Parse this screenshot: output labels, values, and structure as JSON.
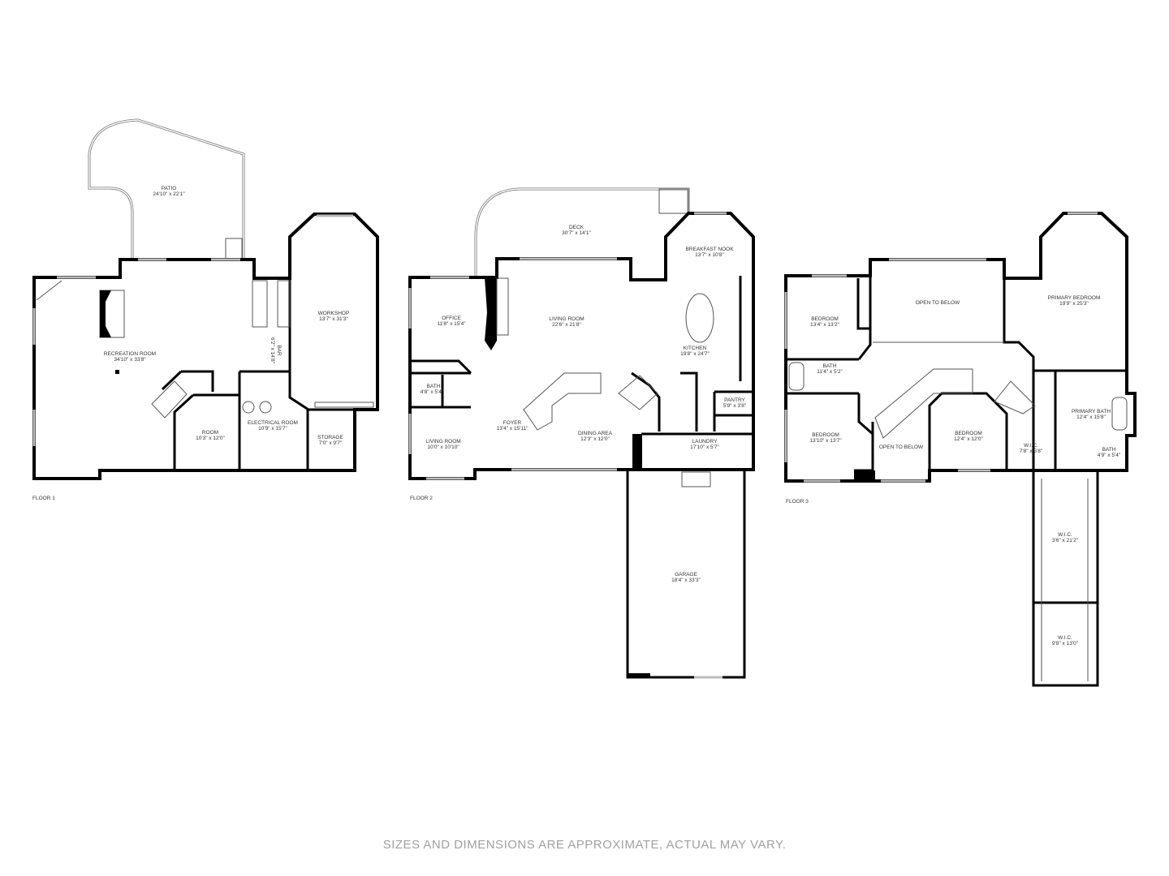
{
  "floors": [
    {
      "label": "FLOOR 1",
      "rooms": [
        {
          "name": "PATIO",
          "size": "24'10\" x 22'1\""
        },
        {
          "name": "WORKSHOP",
          "size": "13'7\" x 31'3\""
        },
        {
          "name": "RECREATION ROOM",
          "size": "34'10\" x 33'8\""
        },
        {
          "name": "BAR",
          "size": "6'2\" x 14'8\""
        },
        {
          "name": "ROOM",
          "size": "10'3\" x 12'0\""
        },
        {
          "name": "ELECTRICAL ROOM",
          "size": "10'9\" x 15'7\""
        },
        {
          "name": "STORAGE",
          "size": "7'0\" x 9'7\""
        }
      ]
    },
    {
      "label": "FLOOR 2",
      "rooms": [
        {
          "name": "DECK",
          "size": "30'7\" x 14'1\""
        },
        {
          "name": "BREAKFAST NOOK",
          "size": "13'7\" x 10'8\""
        },
        {
          "name": "OFFICE",
          "size": "11'8\" x 15'4\""
        },
        {
          "name": "LIVING ROOM",
          "size": "22'6\" x 21'8\""
        },
        {
          "name": "KITCHEN",
          "size": "19'8\" x 24'7\""
        },
        {
          "name": "BATH",
          "size": "4'8\" x 5'4\""
        },
        {
          "name": "PANTRY",
          "size": "5'9\" x 3'8\""
        },
        {
          "name": "FOYER",
          "size": "13'4\" x 15'11\""
        },
        {
          "name": "DINING AREA",
          "size": "12'3\" x 12'0\""
        },
        {
          "name": "LIVING ROOM",
          "size": "10'0\" x 10'10\""
        },
        {
          "name": "LAUNDRY",
          "size": "17'10\" x 5'7\""
        },
        {
          "name": "GARAGE",
          "size": "18'4\" x 33'3\""
        }
      ]
    },
    {
      "label": "FLOOR 3",
      "rooms": [
        {
          "name": "BEDROOM",
          "size": "13'4\" x 13'2\""
        },
        {
          "name": "OPEN TO BELOW",
          "size": ""
        },
        {
          "name": "PRIMARY BEDROOM",
          "size": "19'9\" x 25'3\""
        },
        {
          "name": "BATH",
          "size": "11'4\" x 5'2\""
        },
        {
          "name": "BEDROOM",
          "size": "13'10\" x 13'7\""
        },
        {
          "name": "OPEN TO BELOW",
          "size": ""
        },
        {
          "name": "BEDROOM",
          "size": "12'4\" x 12'0\""
        },
        {
          "name": "PRIMARY BATH",
          "size": "12'4\" x 15'8\""
        },
        {
          "name": "W.I.C.",
          "size": "7'8\" x 5'8\""
        },
        {
          "name": "BATH",
          "size": "4'9\" x 5'4\""
        },
        {
          "name": "W.I.C.",
          "size": "3'6\" x 21'2\""
        },
        {
          "name": "W.I.C.",
          "size": "9'8\" x 13'0\""
        }
      ]
    }
  ],
  "disclaimer": "SIZES AND DIMENSIONS ARE APPROXIMATE, ACTUAL MAY VARY."
}
